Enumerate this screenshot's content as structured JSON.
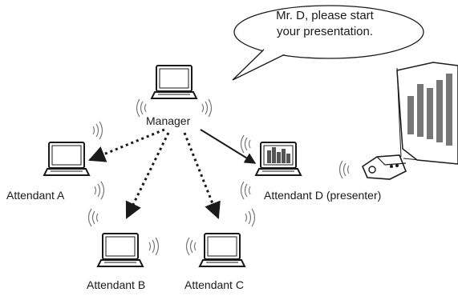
{
  "speech_bubble": {
    "line1": "Mr. D, please start",
    "line2": "your presentation."
  },
  "nodes": {
    "manager": "Manager",
    "attendant_a": "Attendant A",
    "attendant_b": "Attendant B",
    "attendant_c": "Attendant C",
    "attendant_d": "Attendant D (presenter)"
  },
  "colors": {
    "line": "#1a1a1a",
    "screen_fill": "#ffffff",
    "bubble_fill": "#ffffff"
  }
}
